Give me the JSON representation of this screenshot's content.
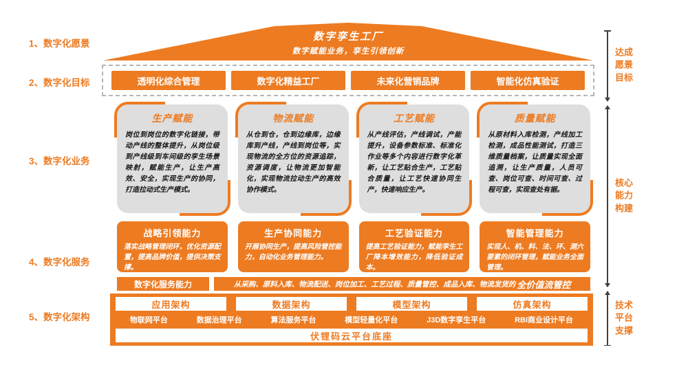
{
  "colors": {
    "accent": "#ed7b21",
    "card": "#dedede"
  },
  "left_labels": [
    "1、数字化愿景",
    "2、数字化目标",
    "3、数字化业务",
    "4、数字化服务",
    "5、数字化架构"
  ],
  "vision": {
    "title": "数字孪生工厂",
    "subtitle": "数字赋能业务，孪生引领创新"
  },
  "goals": [
    "透明化综合管理",
    "数字化精益工厂",
    "未来化营销品牌",
    "智能化仿真验证"
  ],
  "business": [
    {
      "title": "生产赋能",
      "body": "岗位到岗位的数字化链接，带动产线的整体提升，从岗位级到产线级到车间级的孪生场景映射，赋能生产，让生产高效、安全，实现生产的协同，打造拉动式生产模式。"
    },
    {
      "title": "物流赋能",
      "body": "从仓到仓，仓到边缘库，边缘库到产线，产线到岗位等，实现物流的全方位的资源追踪，资源调度，让物流更加智能化，实现物流拉动生产的高效协作模式。"
    },
    {
      "title": "工艺赋能",
      "body": "从产线评估，产线调试，产能提升，设备参数标准、标准化作业等多个内容进行数字化革新，让工艺贴合生产，工艺贴合质量，让工艺快速协同生产，快速响应生产。"
    },
    {
      "title": "质量赋能",
      "body": "从原材料入库检测，产线加工检测，成品性能测试，打造三维质量档案，让质量实现全面追溯，让生产质量，人员可查、岗位可查、时间可查、过程可查，实现查处有据。"
    }
  ],
  "services": [
    {
      "title": "战略引领能力",
      "body": "落实战略管理闭环，优化资源配置，提高品牌价值，提供决策支撑。"
    },
    {
      "title": "生产协同能力",
      "body": "开展协同生产，提高风险管控能力，自动化业务管理能力。"
    },
    {
      "title": "工艺验证能力",
      "body": "提高工艺验证能力，赋能孪生工厂降本增效能力，降低验证成本。"
    },
    {
      "title": "智能管理能力",
      "body": "实现人、机、料、法、环、测六要素的闭环管理，赋能业务全面管理。"
    }
  ],
  "service_bar": {
    "label": "数字化服务能力",
    "text": "从采购、原料入库、物流配送、岗位加工、工艺过程、质量管控、成品入库、物流发货的",
    "highlight": "全价值流管控"
  },
  "architecture": {
    "pillars": [
      "应用架构",
      "数据架构",
      "模型架构",
      "仿真架构"
    ],
    "platforms": [
      "物联网平台",
      "数据治理平台",
      "算法服务平台",
      "模型轻量化平台",
      "J3D数字孪生平台",
      "RBI商业设计平台"
    ],
    "base": "伏锂码云平台底座"
  },
  "brackets": [
    "达成愿景目标",
    "核心能力构建",
    "技术平台支撑"
  ]
}
